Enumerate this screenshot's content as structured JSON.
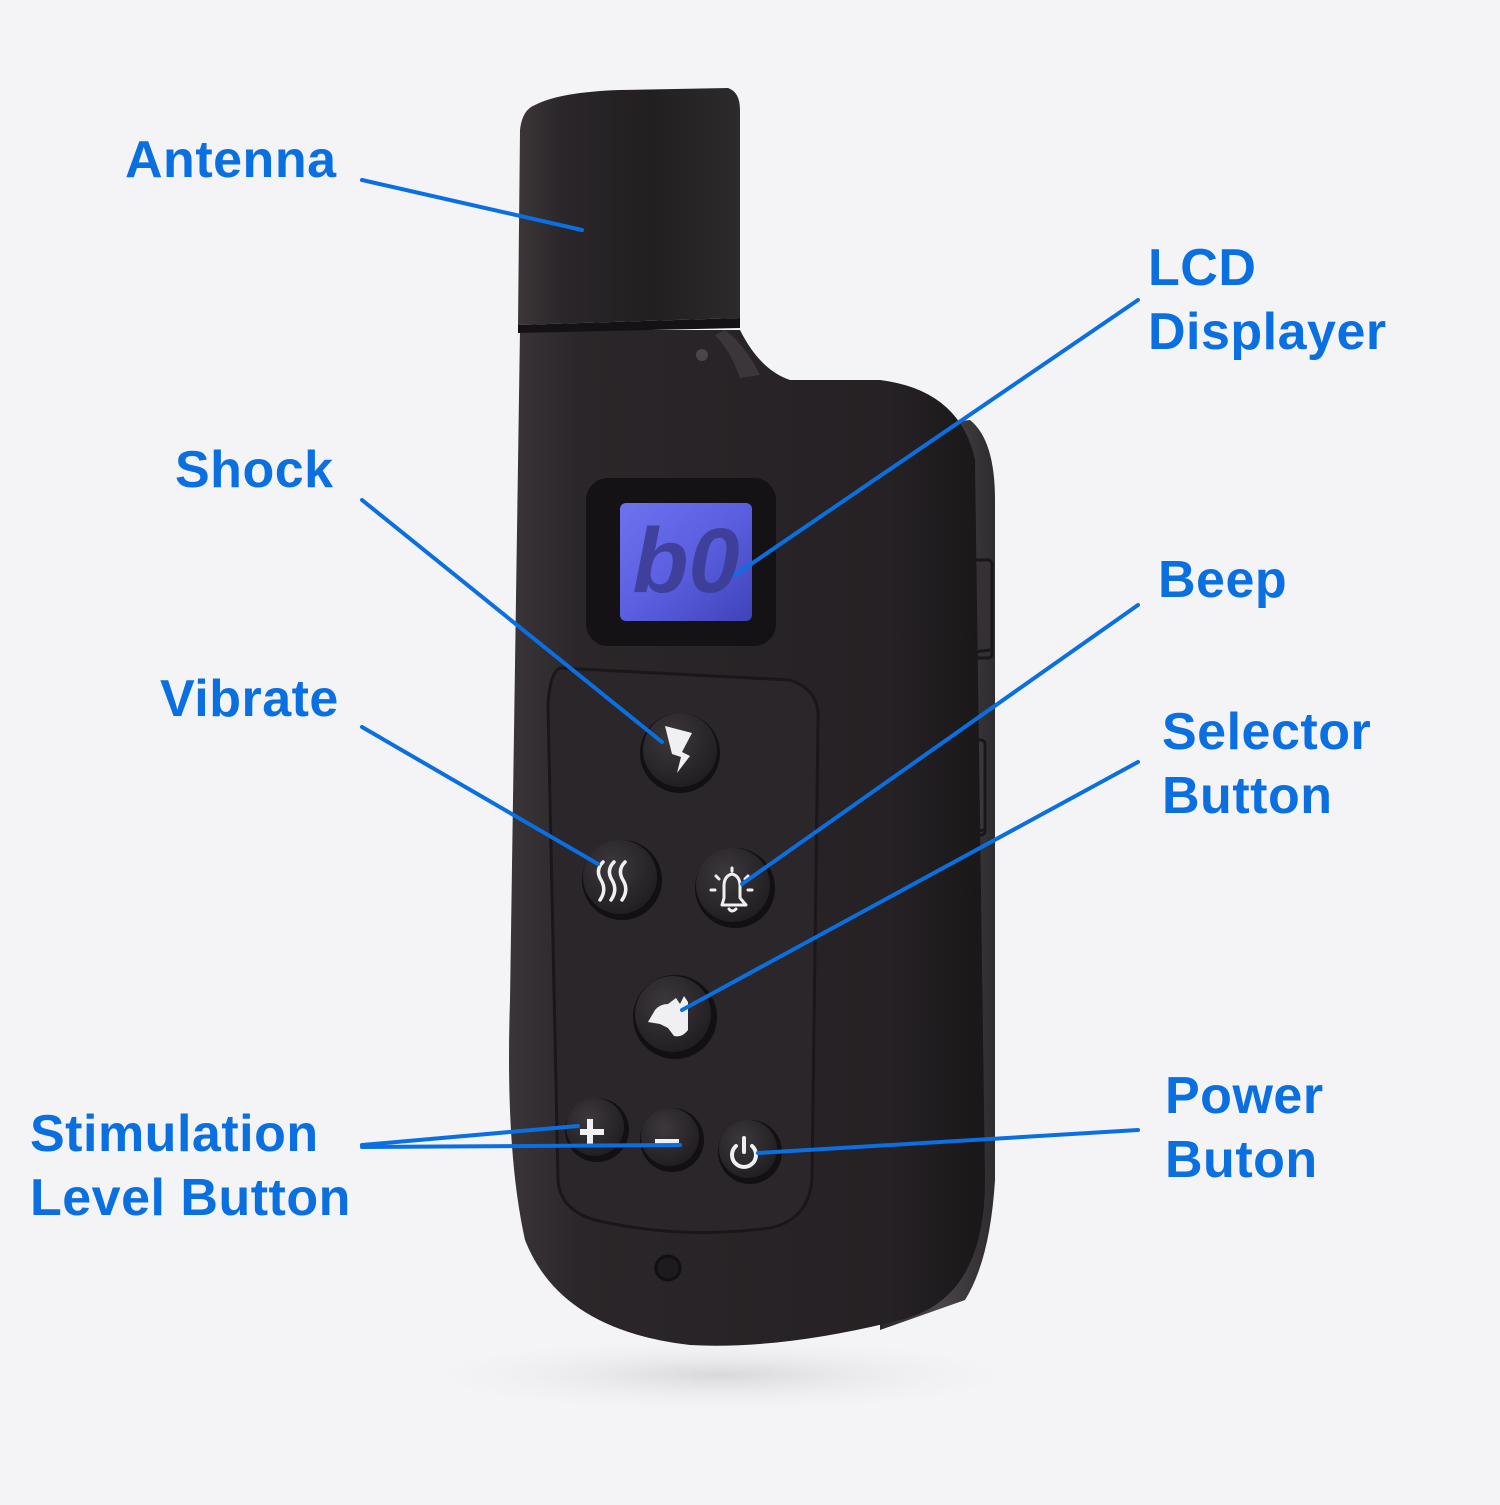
{
  "figure": {
    "subject": "dog training collar remote transmitter",
    "accent_color": "#0a6fe0",
    "background_color": "#f4f4f6",
    "device_color": "#2a2629"
  },
  "lcd": {
    "reading": "b0",
    "backlight_color": "#5a5fe0"
  },
  "buttons": [
    {
      "name": "shock",
      "icon": "lightning-bolt-icon"
    },
    {
      "name": "vibrate",
      "icon": "vibrate-waves-icon"
    },
    {
      "name": "beep",
      "icon": "bell-icon"
    },
    {
      "name": "selector",
      "icon": "dog-head-icon"
    },
    {
      "name": "level-up",
      "icon": "plus-icon",
      "glyph": "+"
    },
    {
      "name": "level-down",
      "icon": "minus-icon",
      "glyph": "−"
    },
    {
      "name": "power",
      "icon": "power-icon"
    }
  ],
  "labels": {
    "antenna": {
      "lines": [
        "Antenna"
      ]
    },
    "lcd": {
      "lines": [
        "LCD",
        "Displayer"
      ]
    },
    "shock": {
      "lines": [
        "Shock"
      ]
    },
    "beep": {
      "lines": [
        "Beep"
      ]
    },
    "vibrate": {
      "lines": [
        "Vibrate"
      ]
    },
    "selector": {
      "lines": [
        "Selector",
        "Button"
      ]
    },
    "stimulation": {
      "lines": [
        "Stimulation",
        "Level Button"
      ]
    },
    "power": {
      "lines": [
        "Power",
        "Buton"
      ]
    }
  }
}
